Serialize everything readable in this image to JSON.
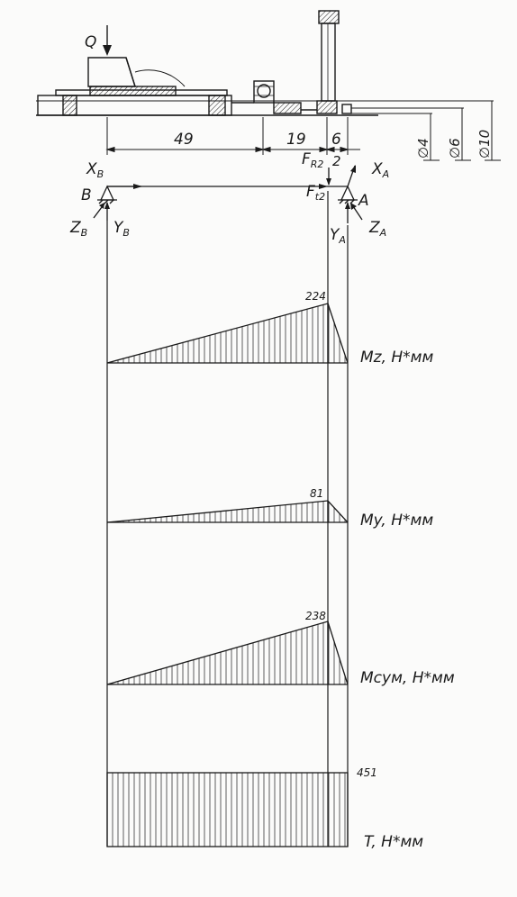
{
  "load": {
    "force": "Q"
  },
  "dimensions": {
    "spans": [
      "49",
      "19",
      "6"
    ],
    "sub": "2",
    "diameters": [
      "∅4",
      "∅6",
      "∅10"
    ]
  },
  "supports": {
    "b": {
      "name": "B",
      "x": "X",
      "x_sub": "B",
      "y": "Y",
      "y_sub": "B",
      "z": "Z",
      "z_sub": "B"
    },
    "a": {
      "name": "A",
      "x": "X",
      "x_sub": "A",
      "y": "Y",
      "y_sub": "A",
      "z": "Z",
      "z_sub": "A"
    },
    "fr2": {
      "main": "F",
      "sub": "R2"
    },
    "ft2": {
      "main": "F",
      "sub": "t2"
    }
  },
  "diagrams": {
    "mz": {
      "label": "Mz, H*мм",
      "peak": "224"
    },
    "my": {
      "label": "My, H*мм",
      "peak": "81"
    },
    "msum": {
      "label": "Mсум, H*мм",
      "peak": "238"
    },
    "t": {
      "label": "T, H*мм",
      "peak": "451"
    }
  },
  "colors": {
    "ink": "#1a1a1a",
    "paper": "#fbfbfa"
  }
}
